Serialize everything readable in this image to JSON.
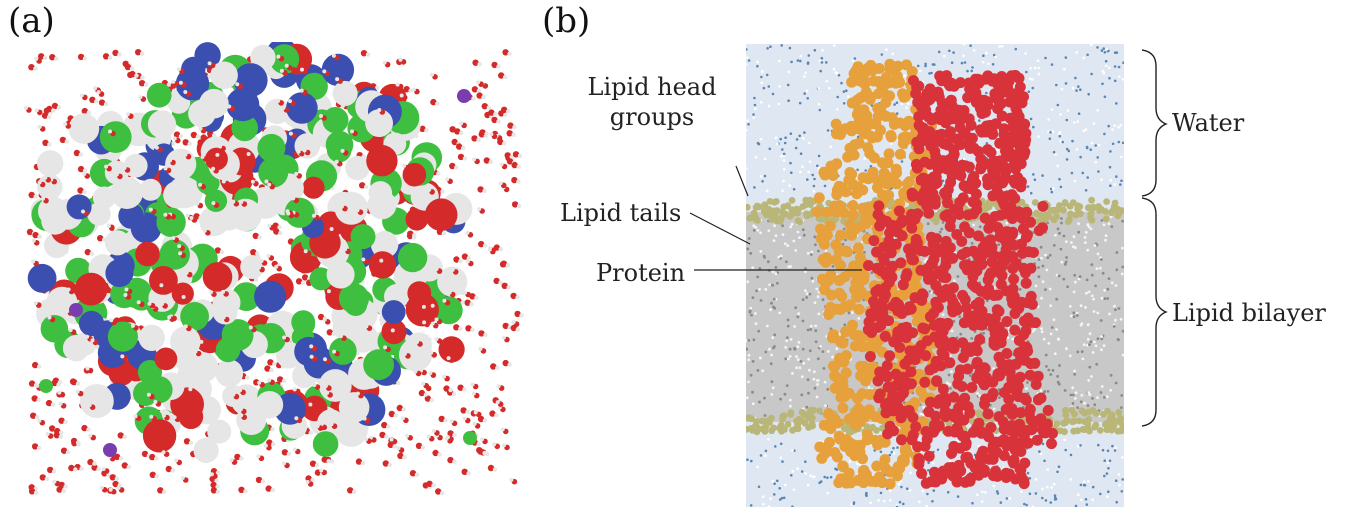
{
  "panels": {
    "a": {
      "label": "(a)"
    },
    "b": {
      "label": "(b)"
    }
  },
  "annotations": {
    "lipid_head_groups": "Lipid head\ngroups",
    "lipid_tails": "Lipid tails",
    "protein": "Protein",
    "water": "Water",
    "lipid_bilayer": "Lipid bilayer"
  },
  "colors": {
    "water_blue": "#5b86b4",
    "lipid_head": "#b9b678",
    "lipid_tail": "#8a8a8a",
    "protein_orange": "#e6a03c",
    "protein_red": "#d8333a",
    "atom_red": "#d42a2a",
    "atom_white": "#e6e6e6",
    "atom_green": "#3fbf3f",
    "atom_blue": "#3a4fb0",
    "ion_purple": "#7a3db0"
  }
}
